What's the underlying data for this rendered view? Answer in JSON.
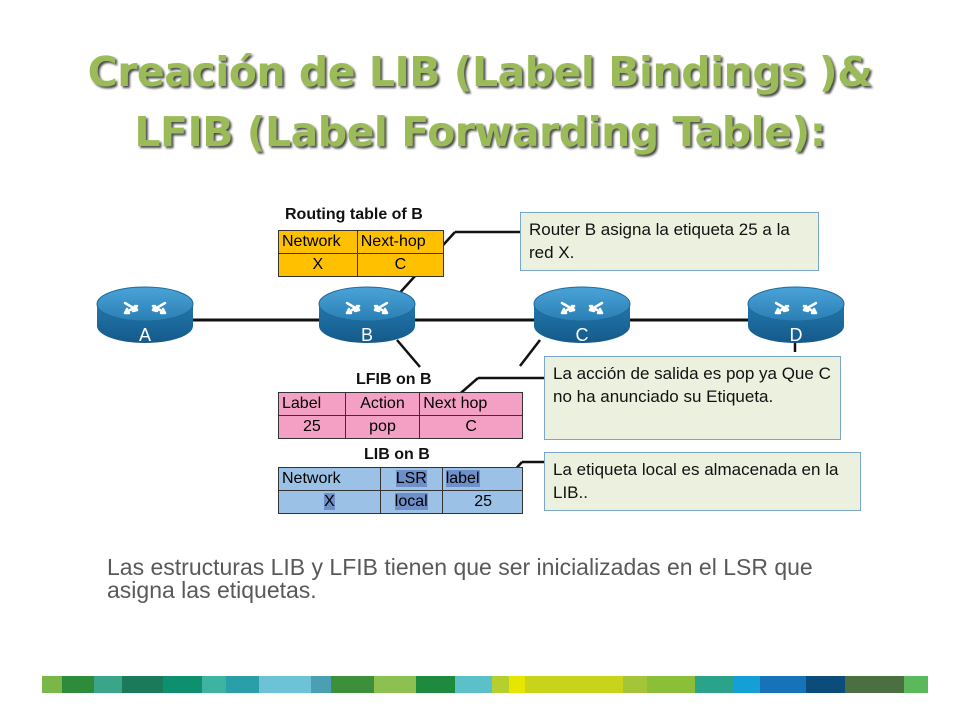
{
  "title": {
    "line1": "Creación de LIB (Label Bindings )&",
    "line2": "LFIB (Label Forwarding Table):"
  },
  "routers": [
    {
      "label": "A"
    },
    {
      "label": "B"
    },
    {
      "label": "C"
    },
    {
      "label": "D"
    }
  ],
  "routing_table": {
    "caption": "Routing table of B",
    "headers": [
      "Network",
      "Next-hop"
    ],
    "row": [
      "X",
      "C"
    ]
  },
  "lfib": {
    "caption": "LFIB on B",
    "headers": [
      "Label",
      "Action",
      "Next hop"
    ],
    "row": [
      "25",
      "pop",
      "C"
    ]
  },
  "lib": {
    "caption": "LIB on B",
    "headers": [
      "Network",
      "LSR",
      "label"
    ],
    "row": [
      "X",
      "local",
      "25"
    ]
  },
  "callouts": {
    "c1": "Router B asigna la etiqueta 25 a la red X.",
    "c2": "La acción de salida es pop ya Que C no ha anunciado su Etiqueta.",
    "c3": "La etiqueta local es almacenada en la LIB.."
  },
  "bottom_text": "Las estructuras LIB y LFIB tienen que ser inicializadas en el LSR que asigna las etiquetas.",
  "colors": {
    "title": "#9bbb59",
    "routing_table": "#ffc000",
    "lfib": "#f4a0c4",
    "lib": "#9bc2e6",
    "router": "#2a7fb4",
    "callout_bg": "#ebf1de"
  },
  "footer_bar_colors": [
    "#7ab648",
    "#2e8b3a",
    "#3aa588",
    "#1a7a5a",
    "#0e8f6e",
    "#3eb4a0",
    "#2a9fa8",
    "#6cc3d5",
    "#4aa0b0",
    "#3d8f3a",
    "#8cc152",
    "#1e8a3e",
    "#5cc0c8",
    "#b5cf2f",
    "#e6e600",
    "#c8d41c",
    "#a4c439",
    "#8bbf3a",
    "#2ba38b",
    "#14a0d6",
    "#1773b8",
    "#0b4c7a",
    "#4b6f40",
    "#5cb85c"
  ]
}
